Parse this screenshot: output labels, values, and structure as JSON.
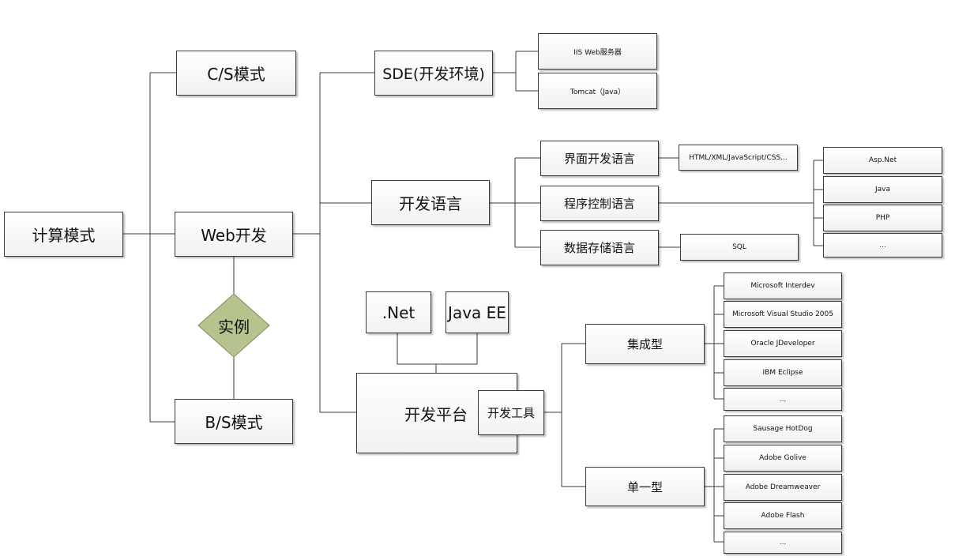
{
  "diagram": {
    "root": "计算模式",
    "modes": {
      "cs": "C/S模式",
      "web": "Web开发",
      "bs": "B/S模式"
    },
    "instance": "实例",
    "sde": {
      "label": "SDE(开发环境)",
      "servers": [
        "IIS Web服务器",
        "Tomcat（Java）"
      ]
    },
    "languages": {
      "label": "开发语言",
      "ui": {
        "label": "界面开发语言",
        "detail": "HTML/XML/JavaScript/CSS..."
      },
      "program": {
        "label": "程序控制语言",
        "items": [
          "Asp.Net",
          "Java",
          "PHP",
          "..."
        ]
      },
      "storage": {
        "label": "数据存储语言",
        "detail": "SQL"
      }
    },
    "platform": {
      "label": "开发平台",
      "frameworks": [
        ".Net",
        "Java EE"
      ],
      "tools": {
        "label": "开发工具",
        "integrated": {
          "label": "集成型",
          "items": [
            "Microsoft Interdev",
            "Microsoft Visual Studio 2005",
            "Oracle JDeveloper",
            "IBM Eclipse",
            "..."
          ]
        },
        "single": {
          "label": "单一型",
          "items": [
            "Sausage HotDog",
            "Adobe Golive",
            "Adobe Dreamweaver",
            "Adobe Flash",
            "..."
          ]
        }
      }
    }
  },
  "colors": {
    "line": "#3a3a3a",
    "box_border": "#3a3a3a",
    "diamond_fill": "#b5c48f",
    "diamond_stroke": "#7f8c5c"
  }
}
